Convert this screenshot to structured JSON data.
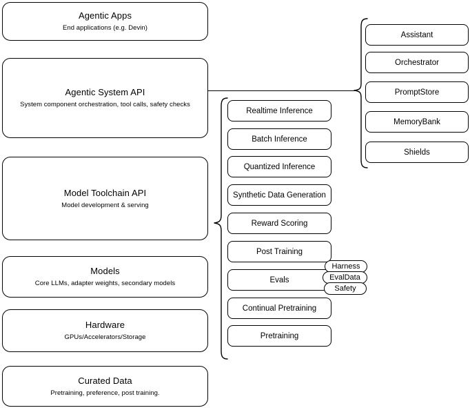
{
  "diagram": {
    "title": "Agentic stack layers diagram",
    "stroke_color": "#000000",
    "background_color": "#ffffff"
  },
  "layers": [
    {
      "name": "agentic-apps",
      "title": "Agentic Apps",
      "subtitle": "End applications (e.g. Devin)"
    },
    {
      "name": "agentic-system-api",
      "title": "Agentic System API",
      "subtitle": "System component orchestration, tool calls, safety checks"
    },
    {
      "name": "model-toolchain-api",
      "title": "Model Toolchain API",
      "subtitle": "Model development & serving"
    },
    {
      "name": "models",
      "title": "Models",
      "subtitle": "Core LLMs, adapter weights, secondary models"
    },
    {
      "name": "hardware",
      "title": "Hardware",
      "subtitle": "GPUs/Accelerators/Storage"
    },
    {
      "name": "curated-data",
      "title": "Curated Data",
      "subtitle": "Pretraining, preference, post training."
    }
  ],
  "toolchain_nodes": [
    {
      "name": "realtime-inference",
      "label": "Realtime Inference"
    },
    {
      "name": "batch-inference",
      "label": "Batch Inference"
    },
    {
      "name": "quantized-inference",
      "label": "Quantized Inference"
    },
    {
      "name": "synthetic-data-generation",
      "label": "Synthetic Data Generation"
    },
    {
      "name": "reward-scoring",
      "label": "Reward Scoring"
    },
    {
      "name": "post-training",
      "label": "Post Training"
    },
    {
      "name": "evals",
      "label": "Evals"
    },
    {
      "name": "continual-pretraining",
      "label": "Continual Pretraining"
    },
    {
      "name": "pretraining",
      "label": "Pretraining"
    }
  ],
  "evals_pills": [
    {
      "name": "harness",
      "label": "Harness"
    },
    {
      "name": "evaldata",
      "label": "EvalData"
    },
    {
      "name": "safety",
      "label": "Safety"
    }
  ],
  "system_nodes": [
    {
      "name": "assistant",
      "label": "Assistant"
    },
    {
      "name": "orchestrator",
      "label": "Orchestrator"
    },
    {
      "name": "promptstore",
      "label": "PromptStore"
    },
    {
      "name": "memorybank",
      "label": "MemoryBank"
    },
    {
      "name": "shields",
      "label": "Shields"
    }
  ]
}
